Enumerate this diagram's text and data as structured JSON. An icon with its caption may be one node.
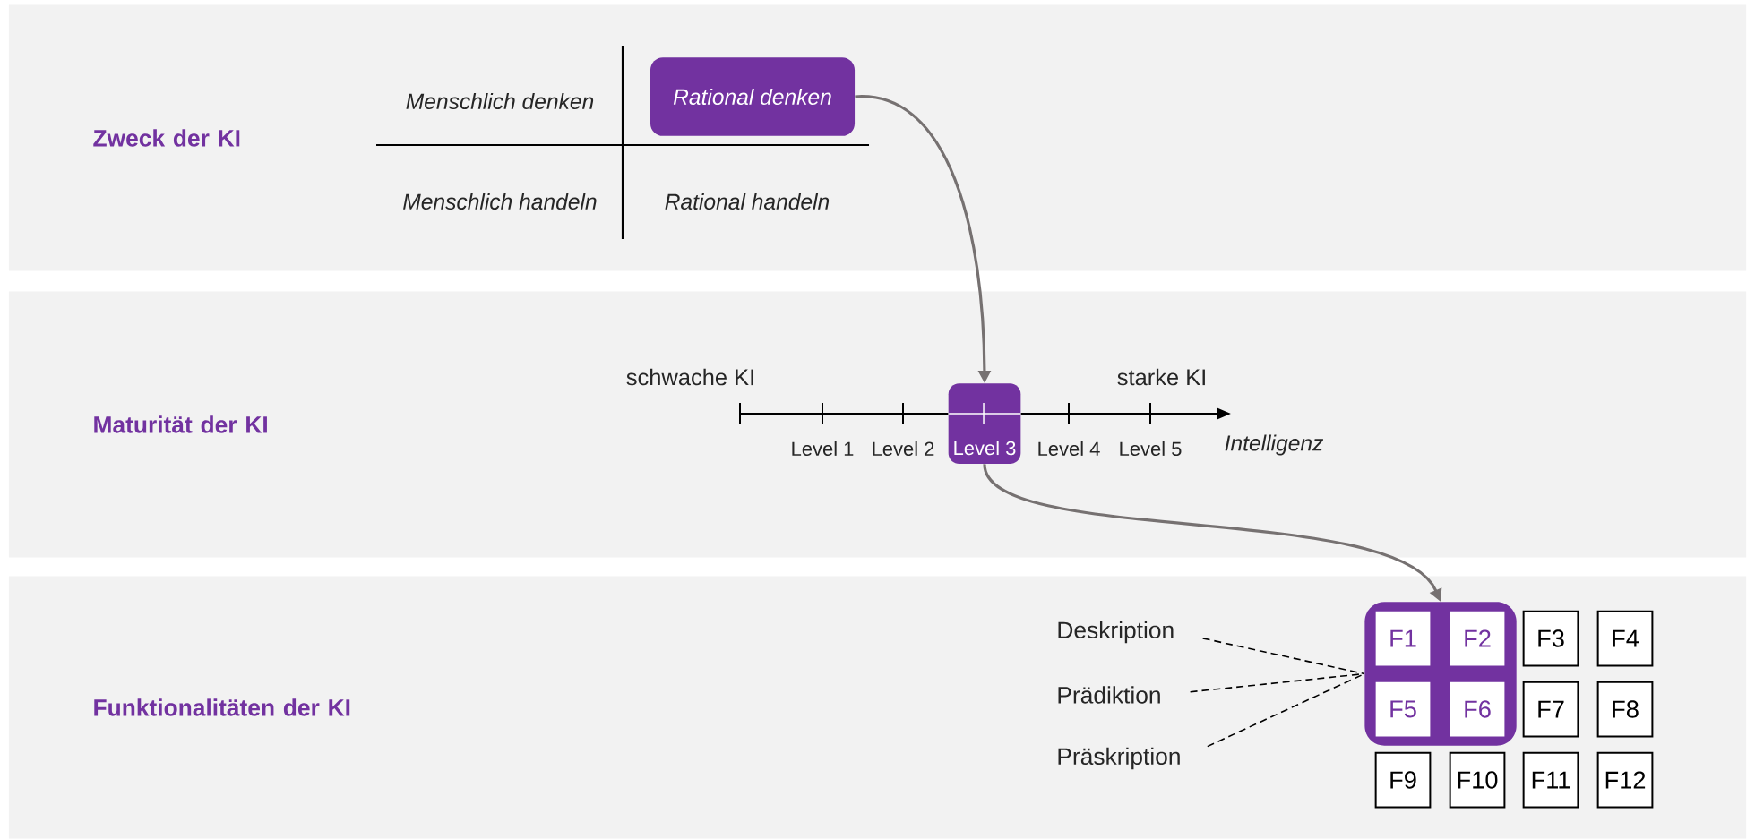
{
  "diagram": {
    "nodes": [
      {
        "text": [
          "Zweck der KI"
        ]
      },
      {
        "text": [
          "Rational denken"
        ],
        "in": 0
      },
      {
        "text": [
          "Maturität der KI"
        ]
      },
      {
        "text": [
          "Level 3"
        ],
        "in": 2
      },
      {
        "text": [
          "Funktionalitäten der KI"
        ]
      },
      {
        "text": [
          "Deskription"
        ],
        "in": 4
      },
      {
        "text": [
          "Prädiktion"
        ],
        "in": 4
      },
      {
        "text": [
          "Präskription"
        ],
        "in": 4
      },
      {
        "text": [],
        "shape": "box",
        "in": 4
      },
      {
        "text": [
          "F1"
        ],
        "in": 8
      },
      {
        "text": [
          "F2"
        ],
        "in": 8
      },
      {
        "text": [
          "F3"
        ],
        "in": 4
      },
      {
        "text": [
          "F4"
        ],
        "in": 4
      },
      {
        "text": [
          "F5"
        ],
        "in": 8
      },
      {
        "text": [
          "F6"
        ],
        "in": 8
      },
      {
        "text": [
          "F7"
        ],
        "in": 4
      },
      {
        "text": [
          "F8"
        ],
        "in": 4
      },
      {
        "text": [
          "F9"
        ],
        "in": 4
      },
      {
        "text": [
          "F10"
        ],
        "in": 4
      },
      {
        "text": [
          "F11"
        ],
        "in": 4
      },
      {
        "text": [
          "F12"
        ],
        "in": 4
      }
    ],
    "edges": [
      {
        "from": 1,
        "to": 3,
        "arrow": "to",
        "color": "#767171"
      },
      {
        "from": 3,
        "to": 8,
        "arrow": "to",
        "color": "#767171"
      },
      {
        "from": 5,
        "to": 8,
        "arrow": "none",
        "style": "dashed"
      },
      {
        "from": 6,
        "to": 8,
        "arrow": "none",
        "style": "dashed"
      },
      {
        "from": 7,
        "to": 8,
        "arrow": "none",
        "style": "dashed"
      }
    ],
    "labels": [
      "Menschlich denken",
      "Menschlich handeln",
      "Rational handeln",
      "schwache KI",
      "starke KI",
      "Level 1",
      "Level 2",
      "Level 4",
      "Level 5",
      "Intelligenz"
    ]
  }
}
